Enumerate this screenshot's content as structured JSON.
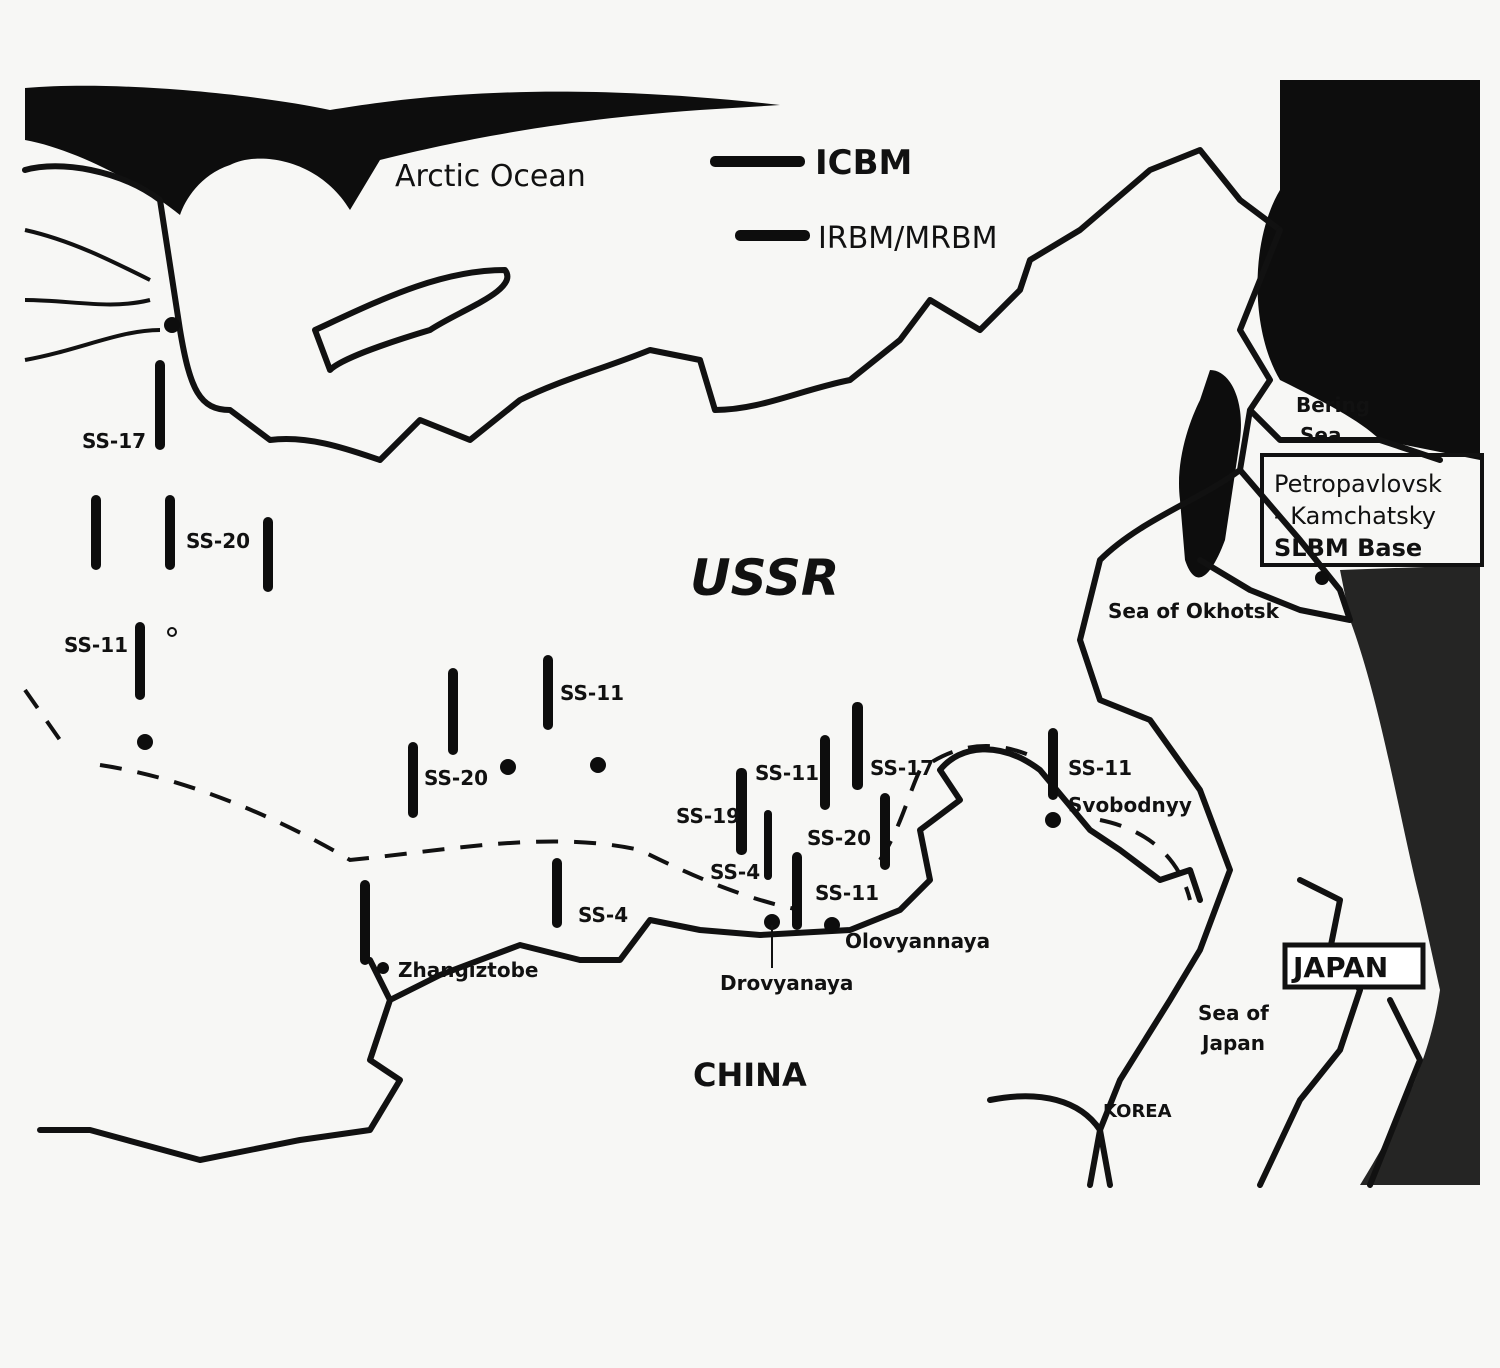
{
  "regions": {
    "arctic": "Arctic Ocean",
    "ussr": "USSR",
    "china": "CHINA",
    "bering_1": "Bering",
    "bering_2": "Sea",
    "okhotsk": "Sea of Okhotsk",
    "japan_sea_1": "Sea of",
    "japan_sea_2": "Japan",
    "japan": "JAPAN",
    "korea": "KOREA"
  },
  "legend": {
    "icbm": "ICBM",
    "irbm": "IRBM/MRBM"
  },
  "slbm": {
    "line1": "Petropavlovsk",
    "line2": "- Kamchatsky",
    "line3": "SLBM Base"
  },
  "missiles": [
    "SS-17",
    "SS-20",
    "SS-11",
    "SS-11",
    "SS-20",
    "SS-19",
    "SS-11",
    "SS-17",
    "SS-20",
    "SS-4",
    "SS-11",
    "SS-4",
    "SS-11"
  ],
  "places": {
    "svobodnyy": "Svobodnyy",
    "zhangiztobe": "Zhangiztobe",
    "drovyanaya": "Drovyanaya",
    "olovyannaya": "Olovyannaya"
  },
  "colors": {
    "ink": "#111111",
    "paper": "#f7f7f5"
  }
}
